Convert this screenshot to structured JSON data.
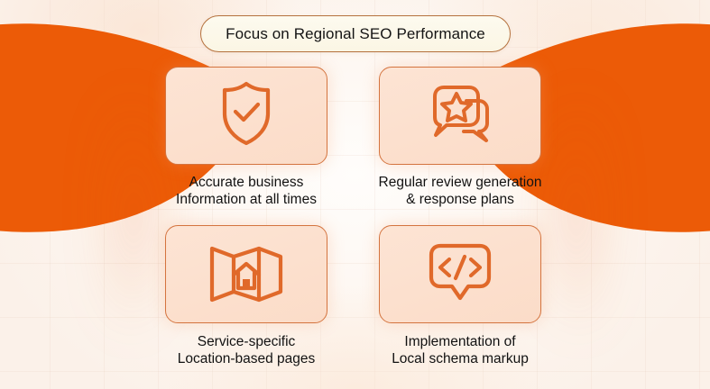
{
  "header": {
    "title": "Focus on Regional SEO Performance"
  },
  "theme": {
    "accent_orange": "#ec5b07",
    "icon_orange": "#e0692a",
    "card_fill": "#fbdcc8",
    "card_border": "#d4743f",
    "pill_fill": "#fbf6e4",
    "pill_border": "#b5723e",
    "background": "#fbf5f0",
    "text_color": "#121212"
  },
  "cards": [
    {
      "icon": "shield-check-icon",
      "caption_line1": "Accurate business",
      "caption_line2": "Information at all times"
    },
    {
      "icon": "chat-bubbles-star-icon",
      "caption_line1": "Regular review generation",
      "caption_line2": "& response plans"
    },
    {
      "icon": "map-house-icon",
      "caption_line1": "Service-specific",
      "caption_line2": "Location-based pages"
    },
    {
      "icon": "code-bubble-icon",
      "caption_line1": "Implementation of",
      "caption_line2": "Local schema markup"
    }
  ],
  "decoration": {
    "left_shape": "orange-leaf-left",
    "right_shape": "orange-leaf-right"
  }
}
